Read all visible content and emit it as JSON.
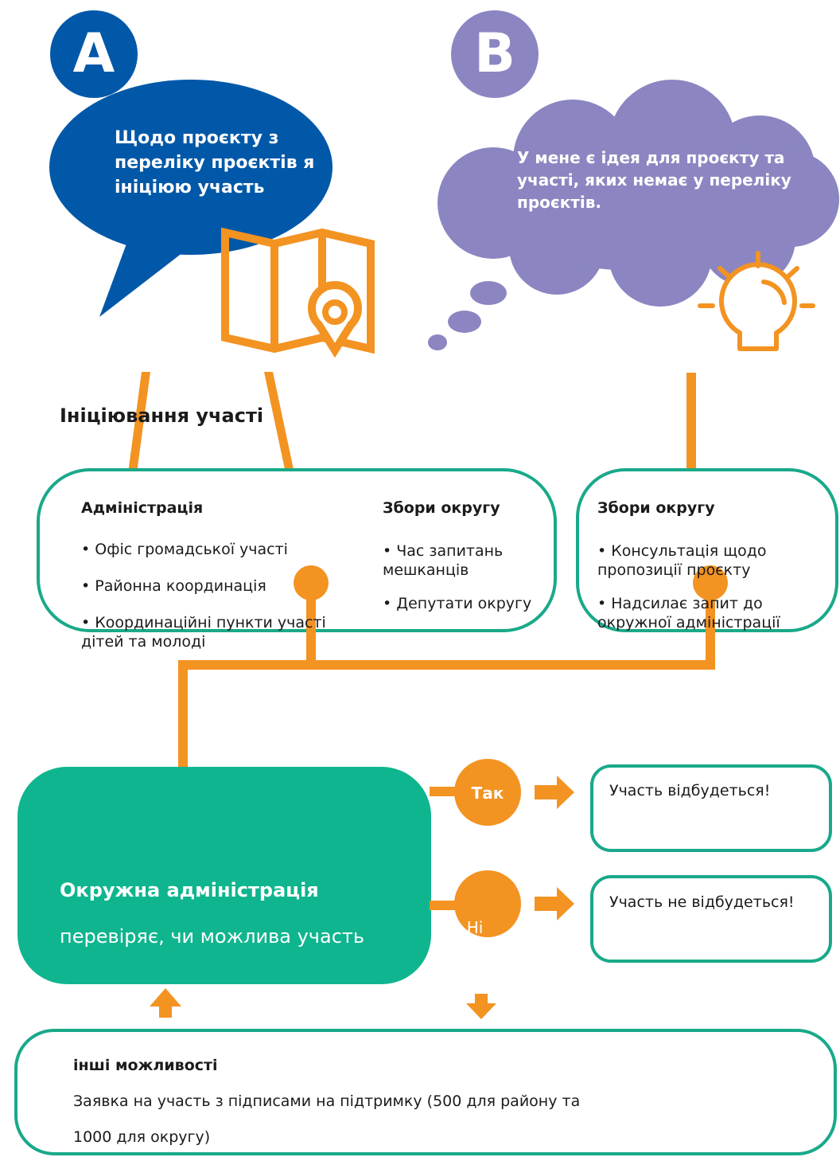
{
  "badges": {
    "a": "A",
    "b": "B"
  },
  "option_a": {
    "text": "Щодо проєкту з переліку проєктів я ініціюю участь"
  },
  "option_b": {
    "text": "У мене є ідея для проєкту та участі, яких немає у переліку проєктів."
  },
  "initiation_title": "Ініціювання участі",
  "box_left": {
    "admin": {
      "heading": "Адміністрація",
      "items": [
        "• Офіс громадської участі",
        "• Районна координація",
        "• Координаційні пункти участі дітей та молоді"
      ]
    },
    "district": {
      "heading": "Збори округу",
      "items": [
        "• Час запитань мешканців",
        "• Депутати округу"
      ]
    }
  },
  "box_right": {
    "heading": "Збори округу",
    "items": [
      "• Консультація щодо пропозиції проєкту",
      "• Надсилає запит до окружної адміністрації"
    ]
  },
  "district_admin": {
    "title": "Окружна адміністрація",
    "subtitle": "перевіряє, чи можлива участь"
  },
  "decision": {
    "yes": "Так",
    "no": "Ні",
    "yes_result": "Участь відбудеться!",
    "no_result": "Участь не відбудеться!"
  },
  "other": {
    "title": "інші можливості",
    "line1": "Заявка на участь з підписами на підтримку (500 для району та",
    "line2": "1000 для округу)"
  },
  "colors": {
    "blue": "#0158a8",
    "purple": "#8b86c1",
    "orange": "#f39322",
    "green": "#0fb58e",
    "teal_border": "#19a98a"
  },
  "icons": [
    "map-pin-icon",
    "lightbulb-icon"
  ]
}
